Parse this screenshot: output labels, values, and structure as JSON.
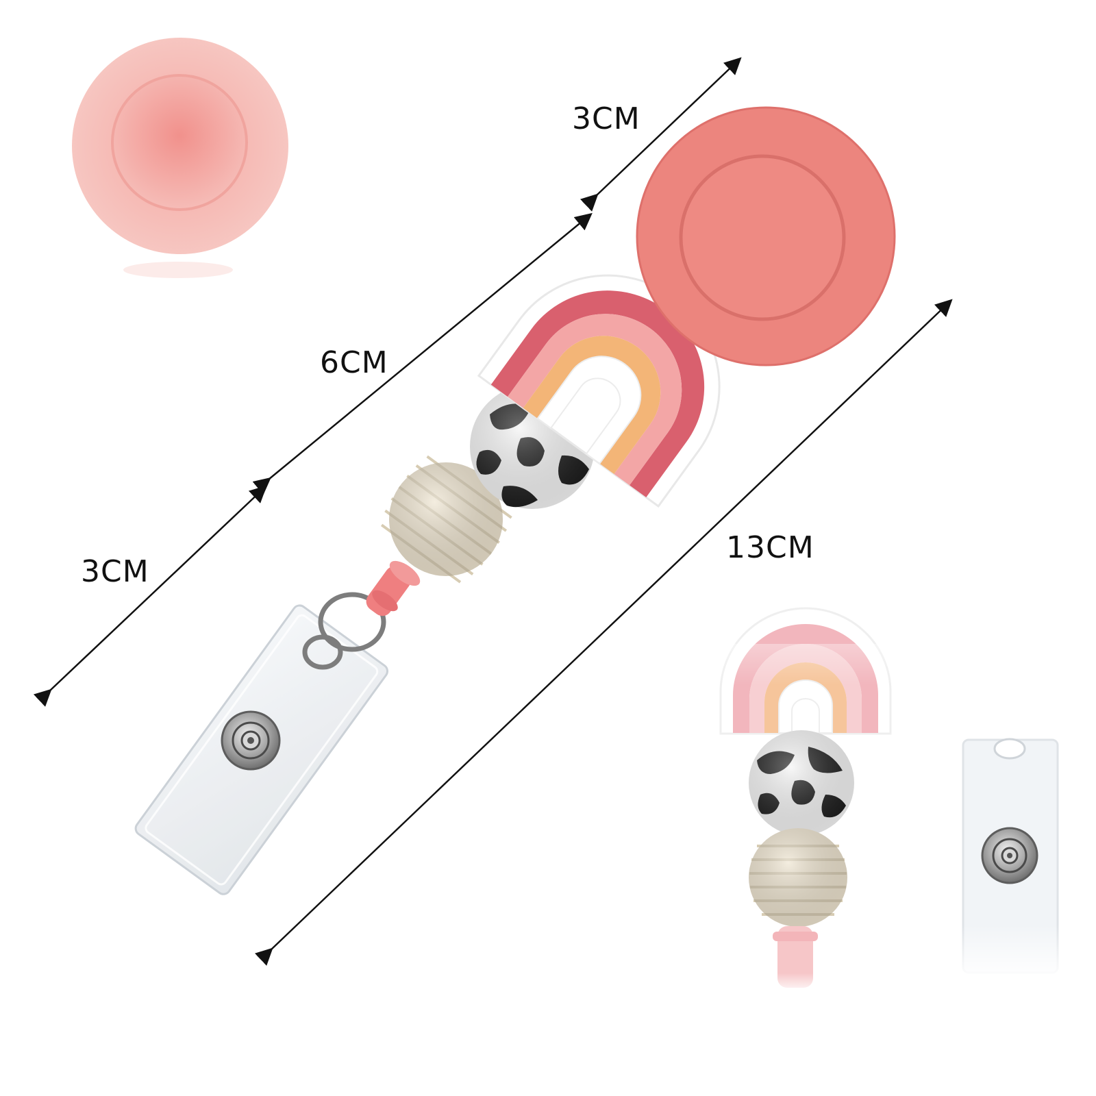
{
  "dimensions": {
    "reel_diameter": "3CM",
    "reel_to_clip": "6CM",
    "clip_length": "3CM",
    "total_length": "13CM"
  },
  "colors": {
    "background": "#ffffff",
    "reel_pink": "#ec857e",
    "reel_pink_light": "#f5b3ad",
    "rainbow_outer": "#d9606e",
    "rainbow_middle": "#f3a6a6",
    "rainbow_inner": "#f3b577",
    "rainbow_core": "#ffffff",
    "cow_black": "#1c1c1c",
    "cow_white": "#f4f4f4",
    "ribbed_bead": "#eee4cf",
    "arrow": "#111111",
    "metal": "#a7a7a7"
  },
  "icons": [
    "badge-reel-icon",
    "rainbow-charm-icon",
    "cow-print-bead-icon",
    "ribbed-bead-icon",
    "badge-clip-icon",
    "snap-button-icon"
  ]
}
